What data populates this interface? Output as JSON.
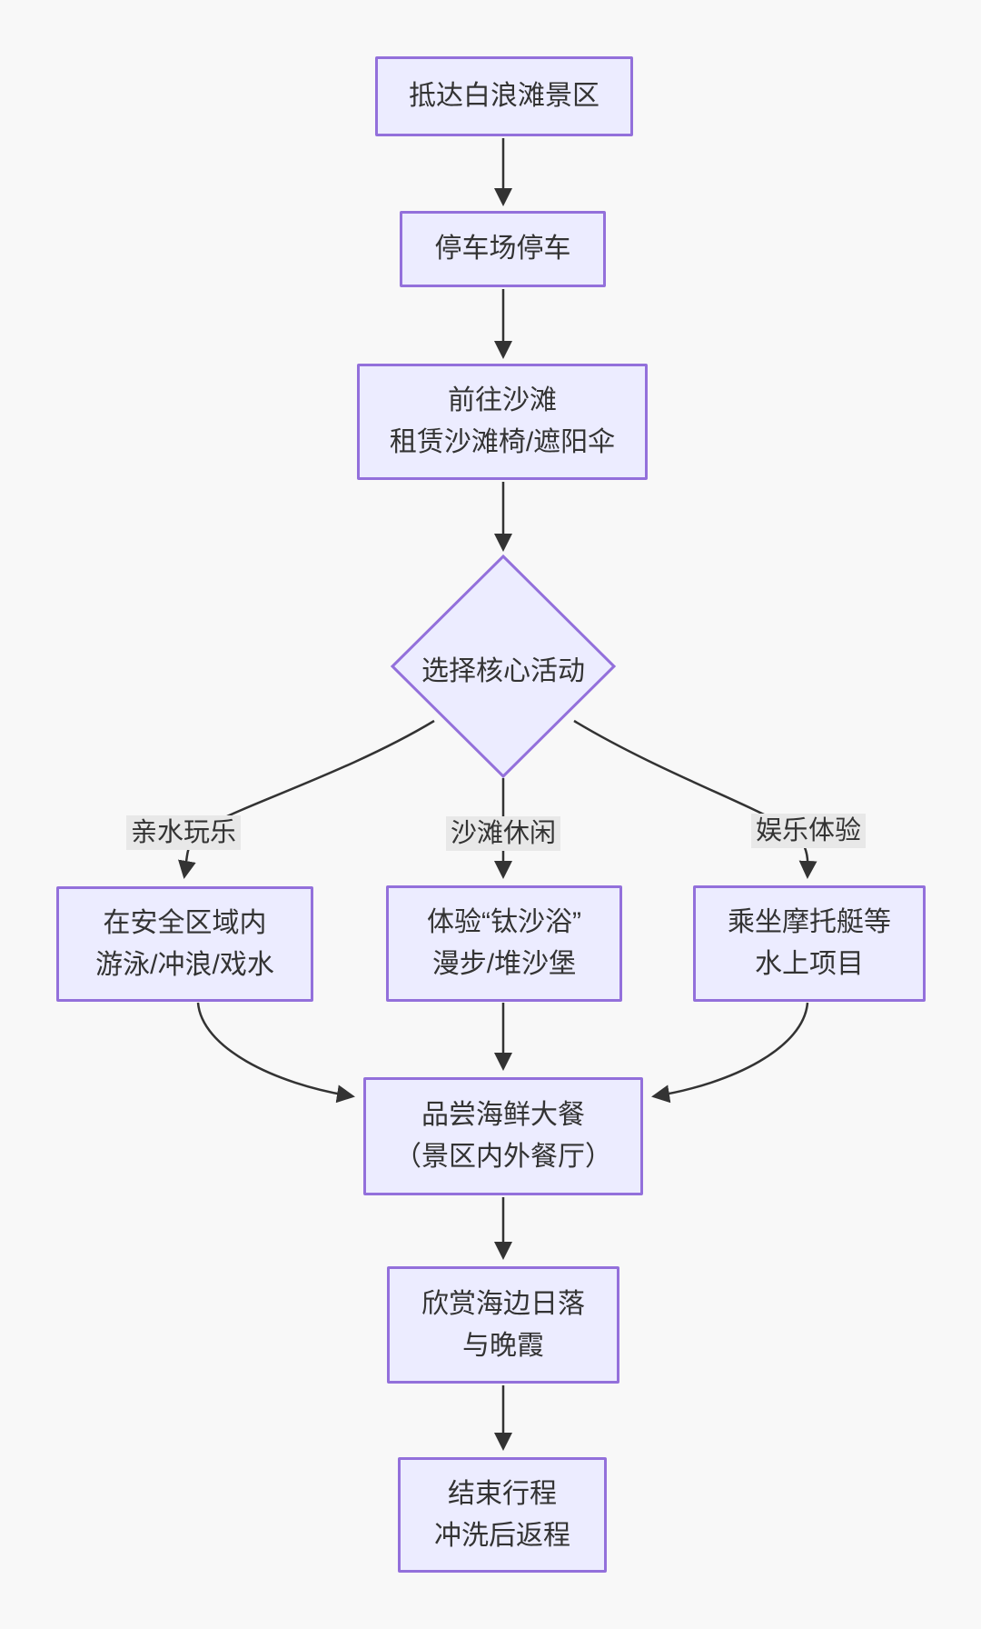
{
  "diagram": {
    "type": "flowchart",
    "direction": "top-down",
    "nodes": {
      "arrive": {
        "label": "抵达白浪滩景区",
        "shape": "rect"
      },
      "park": {
        "label": "停车场停车",
        "shape": "rect"
      },
      "beach": {
        "label": "前往沙滩\n租赁沙滩椅/遮阳伞",
        "shape": "rect"
      },
      "choose": {
        "label": "选择核心活动",
        "shape": "diamond"
      },
      "swim": {
        "label": "在安全区域内\n游泳/冲浪/戏水",
        "shape": "rect"
      },
      "leisure": {
        "label": "体验“钛沙浴”\n漫步/堆沙堡",
        "shape": "rect"
      },
      "motor": {
        "label": "乘坐摩托艇等\n水上项目",
        "shape": "rect"
      },
      "seafood": {
        "label": "品尝海鲜大餐\n（景区内外餐厅）",
        "shape": "rect"
      },
      "sunset": {
        "label": "欣赏海边日落\n与晚霞",
        "shape": "rect"
      },
      "finish": {
        "label": "结束行程\n冲洗后返程",
        "shape": "rect"
      }
    },
    "edge_labels": {
      "water_fun": "亲水玩乐",
      "beach_leisure": "沙滩休闲",
      "entertainment": "娱乐体验"
    },
    "edges": [
      {
        "from": "arrive",
        "to": "park"
      },
      {
        "from": "park",
        "to": "beach"
      },
      {
        "from": "beach",
        "to": "choose"
      },
      {
        "from": "choose",
        "to": "swim",
        "label": "亲水玩乐"
      },
      {
        "from": "choose",
        "to": "leisure",
        "label": "沙滩休闲"
      },
      {
        "from": "choose",
        "to": "motor",
        "label": "娱乐体验"
      },
      {
        "from": "swim",
        "to": "seafood"
      },
      {
        "from": "leisure",
        "to": "seafood"
      },
      {
        "from": "motor",
        "to": "seafood"
      },
      {
        "from": "seafood",
        "to": "sunset"
      },
      {
        "from": "sunset",
        "to": "finish"
      }
    ],
    "colors": {
      "node_fill": "#ECECFF",
      "node_border": "#9370DB",
      "edge_line": "#333333",
      "edge_label_bg": "#e8e8e8",
      "text": "#333333",
      "background": "#f8f8f8"
    }
  }
}
